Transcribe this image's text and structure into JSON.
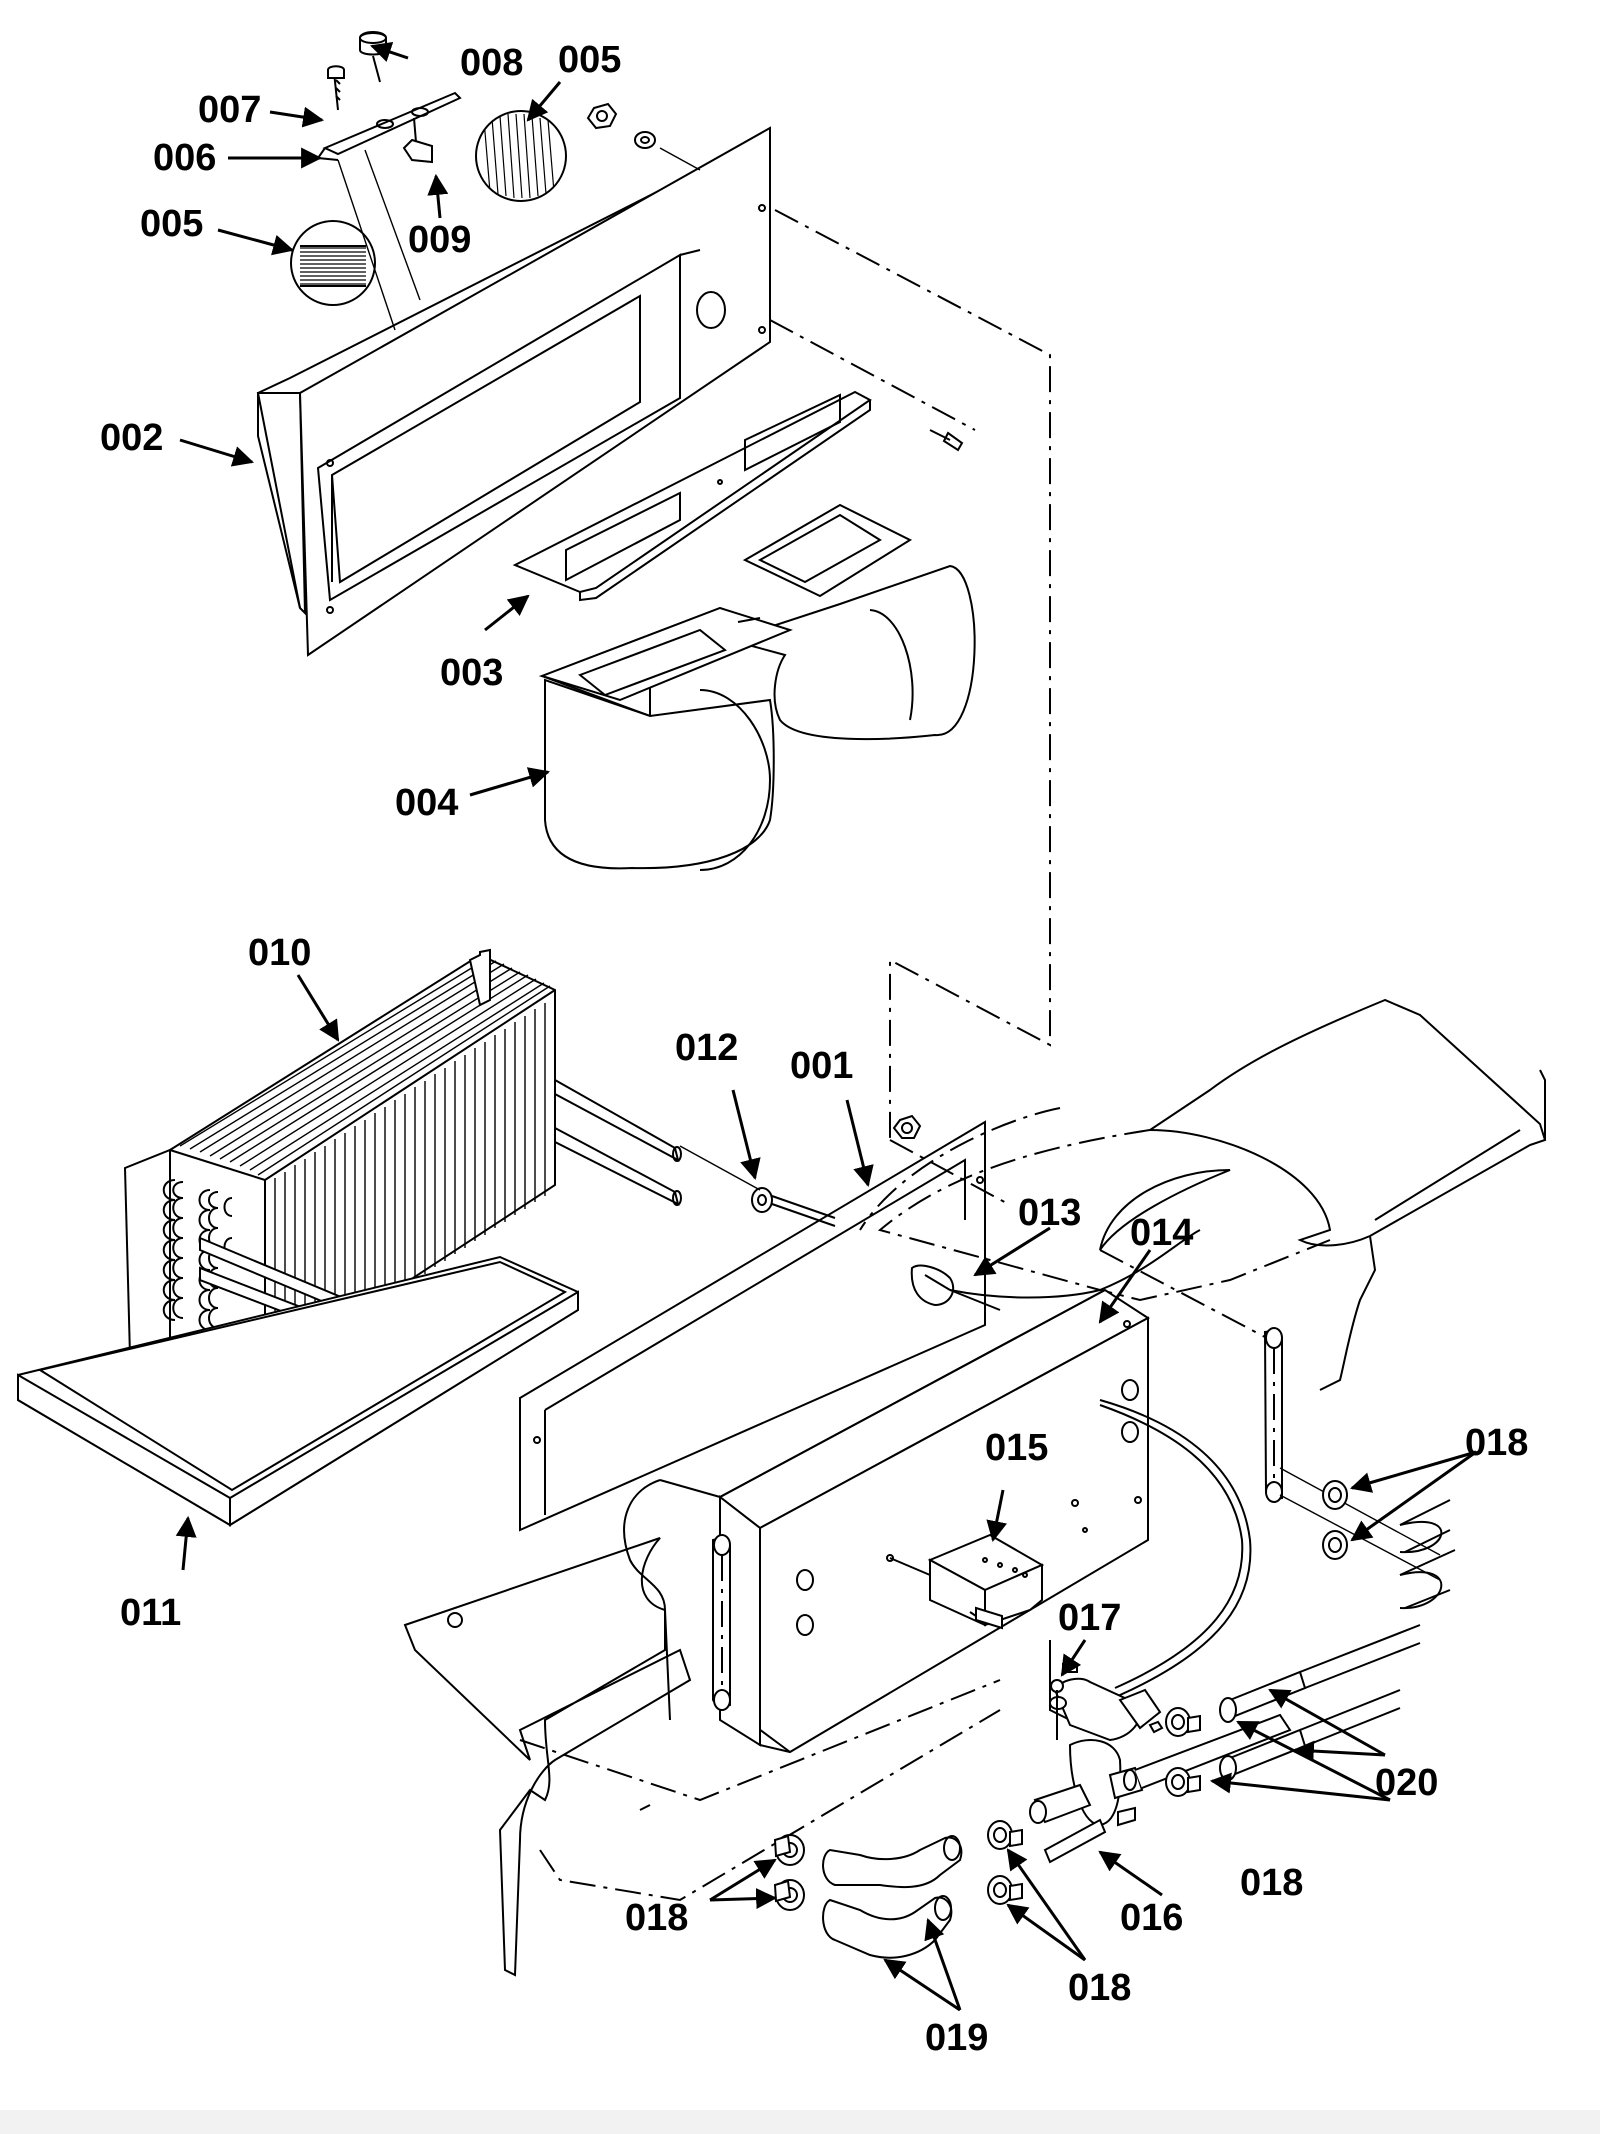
{
  "labels": {
    "p001": "001",
    "p002": "002",
    "p003": "003",
    "p004": "004",
    "p005a": "005",
    "p005b": "005",
    "p006": "006",
    "p007": "007",
    "p008": "008",
    "p009": "009",
    "p010": "010",
    "p011": "011",
    "p012": "012",
    "p013": "013",
    "p014": "014",
    "p015": "015",
    "p016": "016",
    "p017": "017",
    "p018a": "018",
    "p018b": "018",
    "p018c": "018",
    "p018d": "018",
    "p019": "019",
    "p020": "020"
  }
}
